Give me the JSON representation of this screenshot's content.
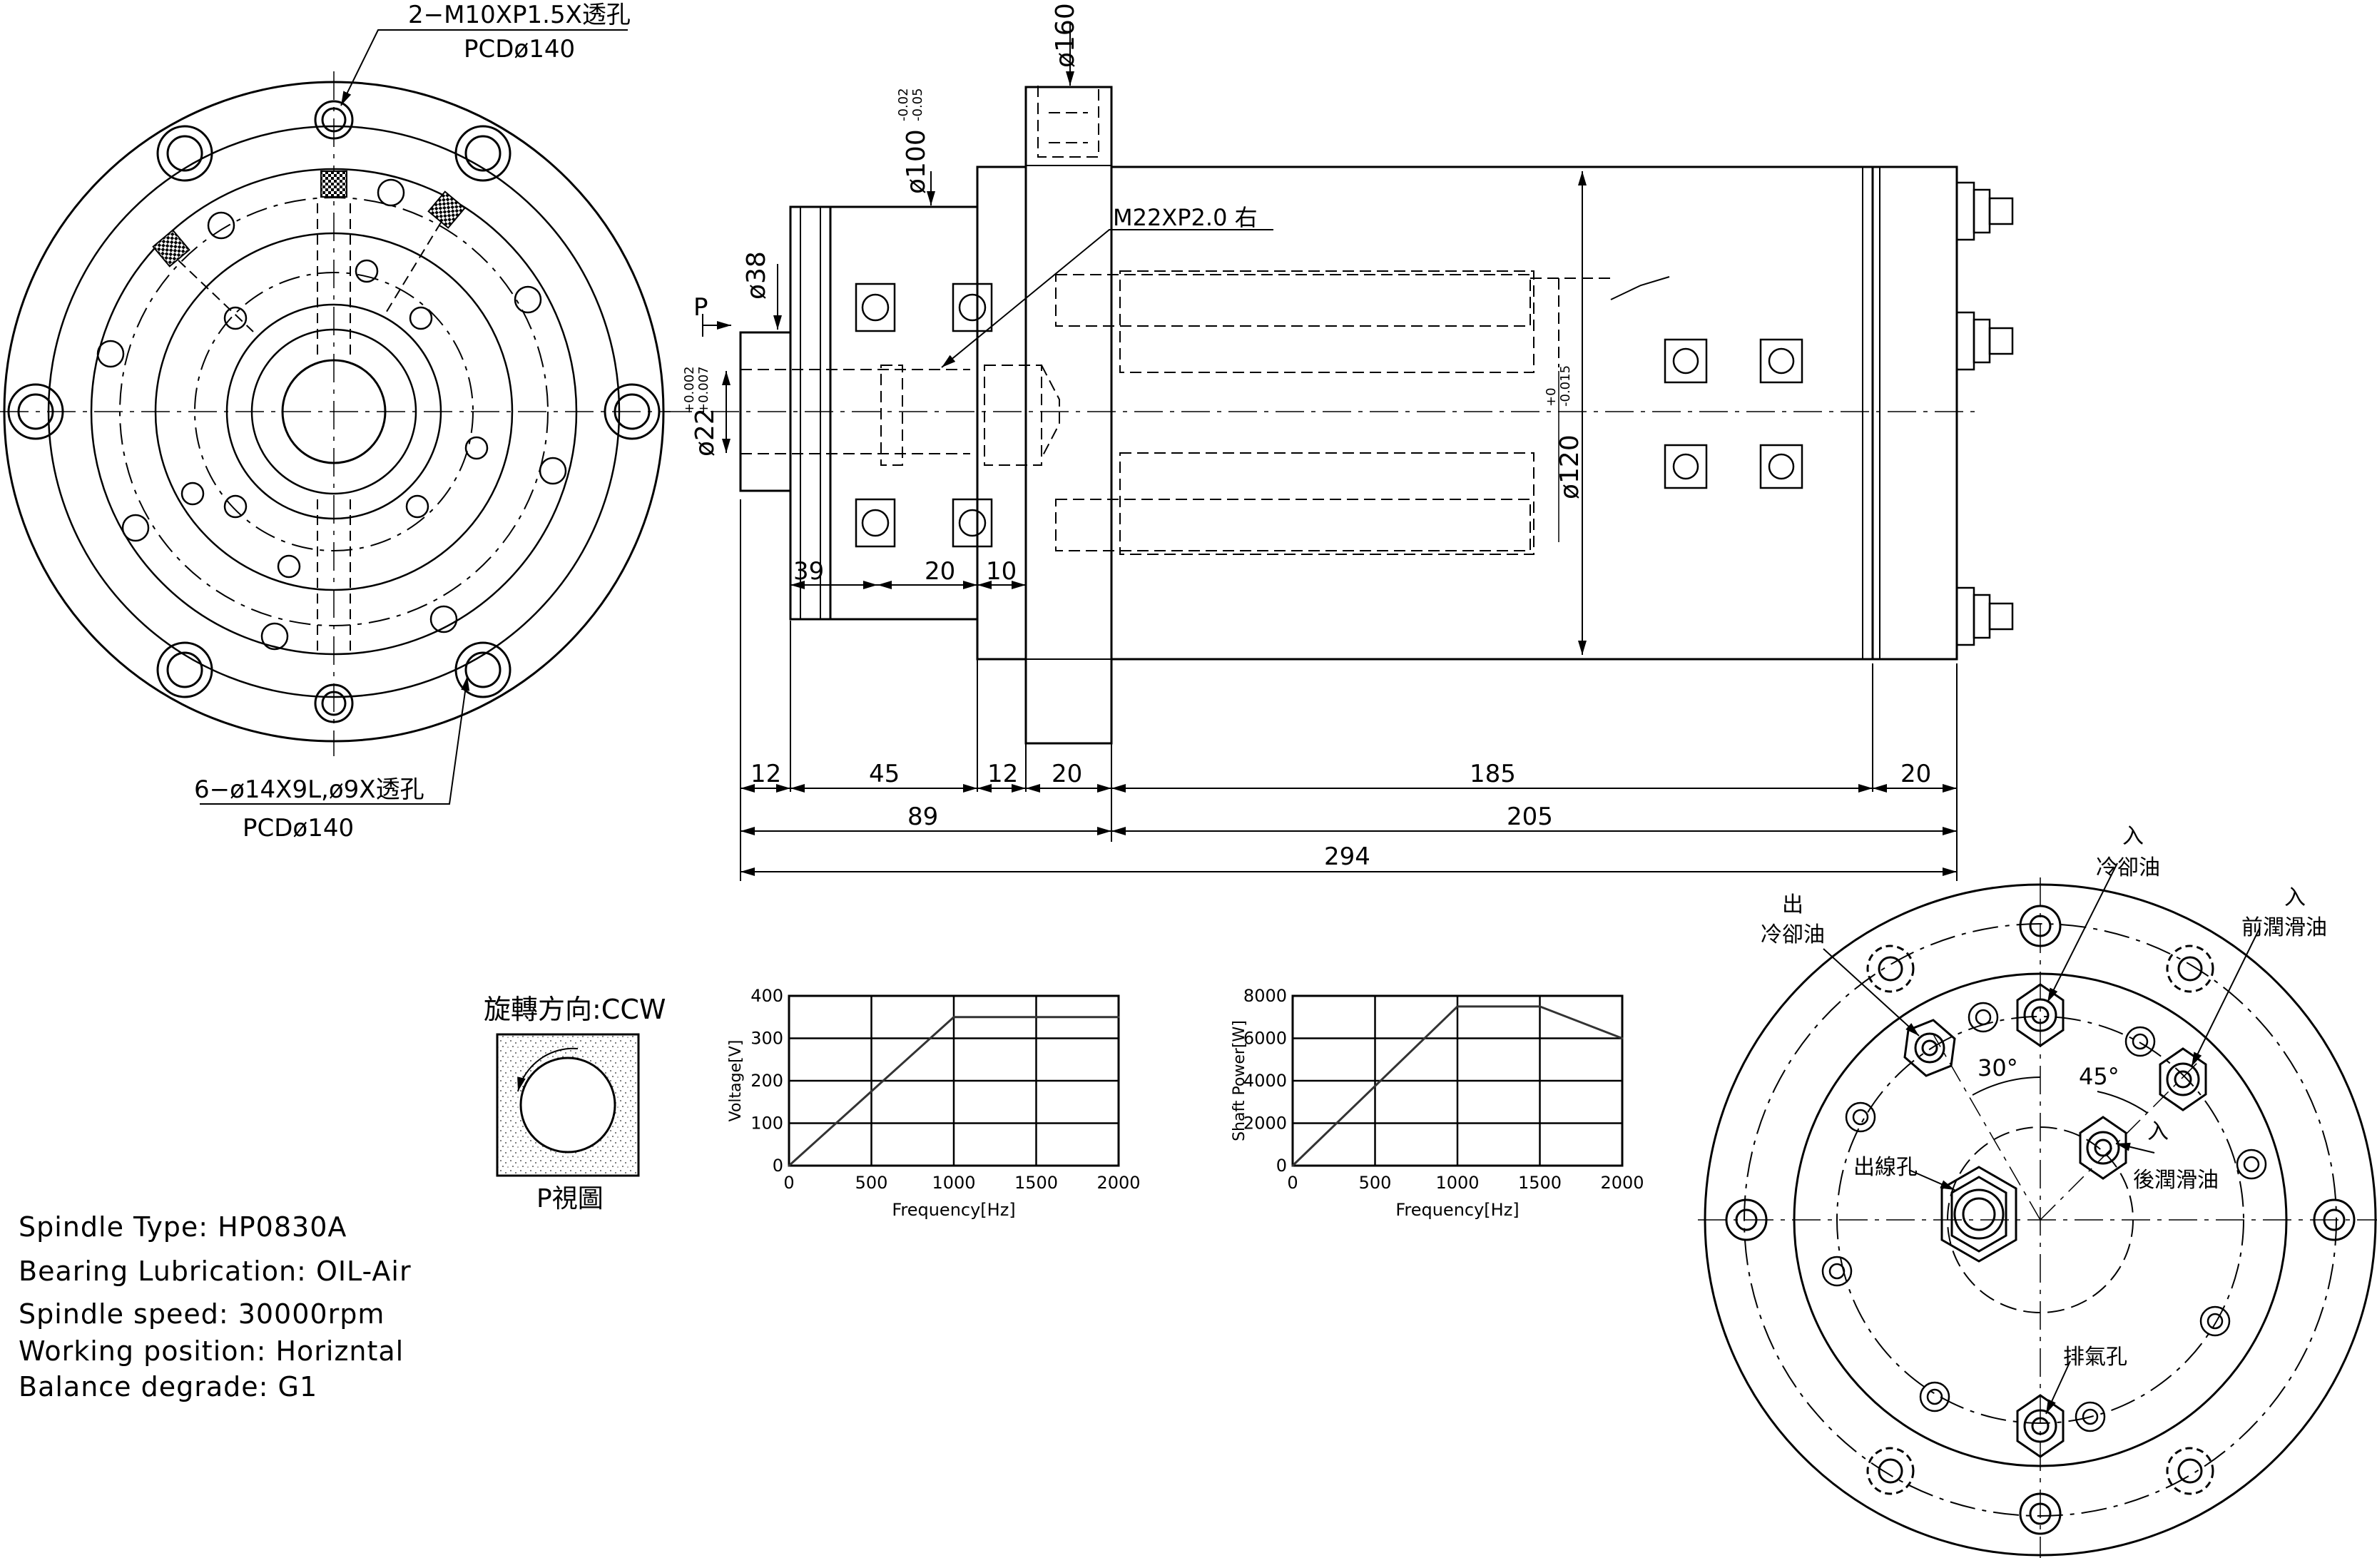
{
  "front_view": {
    "top_callout_line1": "2−M10XP1.5X透孔",
    "top_callout_line2": "PCDø140",
    "bottom_callout_line1": "6−ø14X9L,ø9X透孔",
    "bottom_callout_line2": "PCDø140"
  },
  "side_view": {
    "dia_160": "ø160",
    "dia_100": "ø100",
    "dia_100_tol_upper": "-0.02",
    "dia_100_tol_lower": "-0.05",
    "dia_38": "ø38",
    "dia_22": "ø22",
    "dia_22_tol_upper": "+0.002",
    "dia_22_tol_lower": "+0.007",
    "dia_120": "ø120",
    "dia_120_tol_upper": "+0",
    "dia_120_tol_lower": "-0.015",
    "thread_label": "M22XP2.0 右",
    "view_arrow_label": "P",
    "dim_39": "39",
    "dim_20_inner": "20",
    "dim_10": "10",
    "dim_12_a": "12",
    "dim_45": "45",
    "dim_12_b": "12",
    "dim_20_a": "20",
    "dim_185": "185",
    "dim_20_b": "20",
    "dim_89": "89",
    "dim_205": "205",
    "dim_294": "294"
  },
  "rotation": {
    "label": "旋轉方向:CCW",
    "caption": "P視圖"
  },
  "specs": [
    "Spindle Type: HP0830A",
    "Bearing Lubrication: OIL-Air",
    "Spindle speed: 30000rpm",
    "Working position: Horizntal",
    "Balance degrade: G1"
  ],
  "chart_data": [
    {
      "type": "line",
      "xlabel": "Frequency[Hz]",
      "ylabel": "Voltage[V]",
      "x_ticks": [
        "0",
        "500",
        "1000",
        "1500",
        "2000"
      ],
      "y_ticks": [
        "0",
        "100",
        "200",
        "300",
        "400"
      ],
      "xlim": [
        0,
        2000
      ],
      "ylim": [
        0,
        400
      ],
      "grid": true,
      "series": [
        {
          "x": [
            0,
            1000,
            2000
          ],
          "y": [
            0,
            350,
            350
          ]
        }
      ]
    },
    {
      "type": "line",
      "xlabel": "Frequency[Hz]",
      "ylabel": "Shaft Power[W]",
      "x_ticks": [
        "0",
        "500",
        "1000",
        "1500",
        "2000"
      ],
      "y_ticks": [
        "0",
        "2000",
        "4000",
        "6000",
        "8000"
      ],
      "xlim": [
        0,
        2000
      ],
      "ylim": [
        0,
        8000
      ],
      "grid": true,
      "series": [
        {
          "x": [
            0,
            1000,
            1500,
            2000
          ],
          "y": [
            0,
            7500,
            7500,
            6000
          ]
        }
      ]
    }
  ],
  "rear_view": {
    "coolant_out_1": "出",
    "coolant_out_2": "冷卻油",
    "coolant_in_1": "入",
    "coolant_in_2": "冷卻油",
    "front_lube_in_1": "入",
    "front_lube_in_2": "前潤滑油",
    "rear_lube_in_1": "入",
    "rear_lube_in_2": "後潤滑油",
    "cable_hole": "出線孔",
    "exhaust_hole": "排氣孔",
    "angle_30": "30°",
    "angle_45": "45°"
  }
}
